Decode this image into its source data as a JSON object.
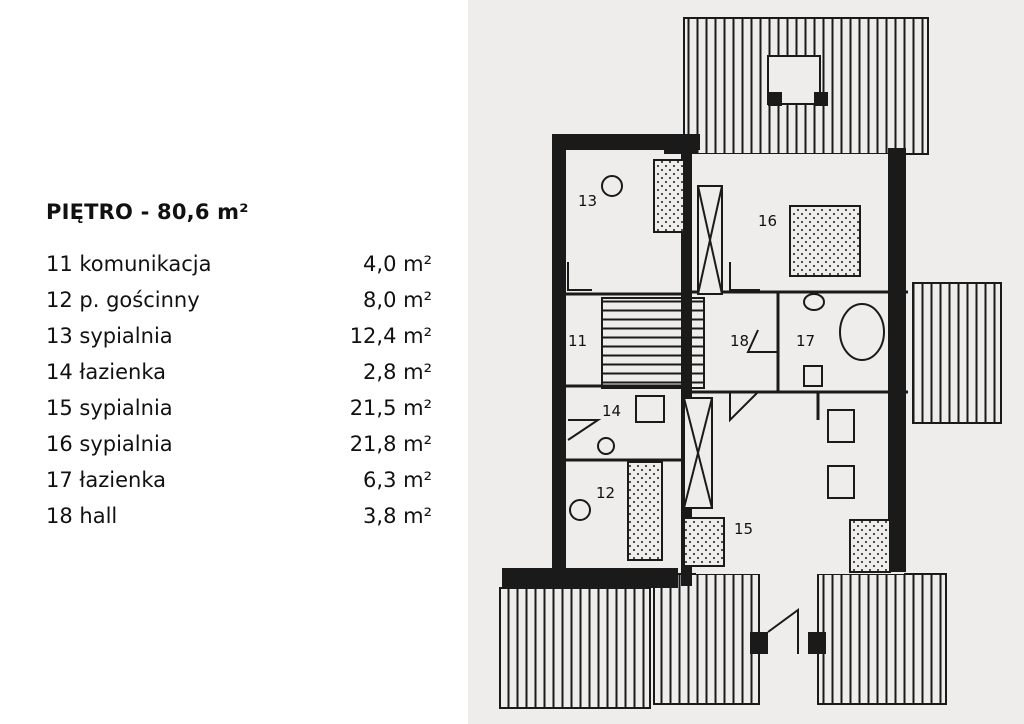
{
  "legend": {
    "title": "PIĘTRO - 80,6 m²",
    "rooms": [
      {
        "name": "11 komunikacja",
        "area": "4,0 m²"
      },
      {
        "name": "12 p. gościnny",
        "area": "8,0 m²"
      },
      {
        "name": "13 sypialnia",
        "area": "12,4 m²"
      },
      {
        "name": "14 łazienka",
        "area": "2,8 m²"
      },
      {
        "name": "15 sypialnia",
        "area": "21,5 m²"
      },
      {
        "name": "16 sypialnia",
        "area": "21,8 m²"
      },
      {
        "name": "17 łazienka",
        "area": "6,3 m²"
      },
      {
        "name": "18 hall",
        "area": "3,8 m²"
      }
    ]
  },
  "plan": {
    "room_numbers": {
      "r11": "11",
      "r12": "12",
      "r13": "13",
      "r14": "14",
      "r15": "15",
      "r16": "16",
      "r17": "17",
      "r18": "18"
    }
  },
  "colors": {
    "paper": "#eeedeb",
    "ink": "#1a1a1a",
    "text": "#111111"
  }
}
